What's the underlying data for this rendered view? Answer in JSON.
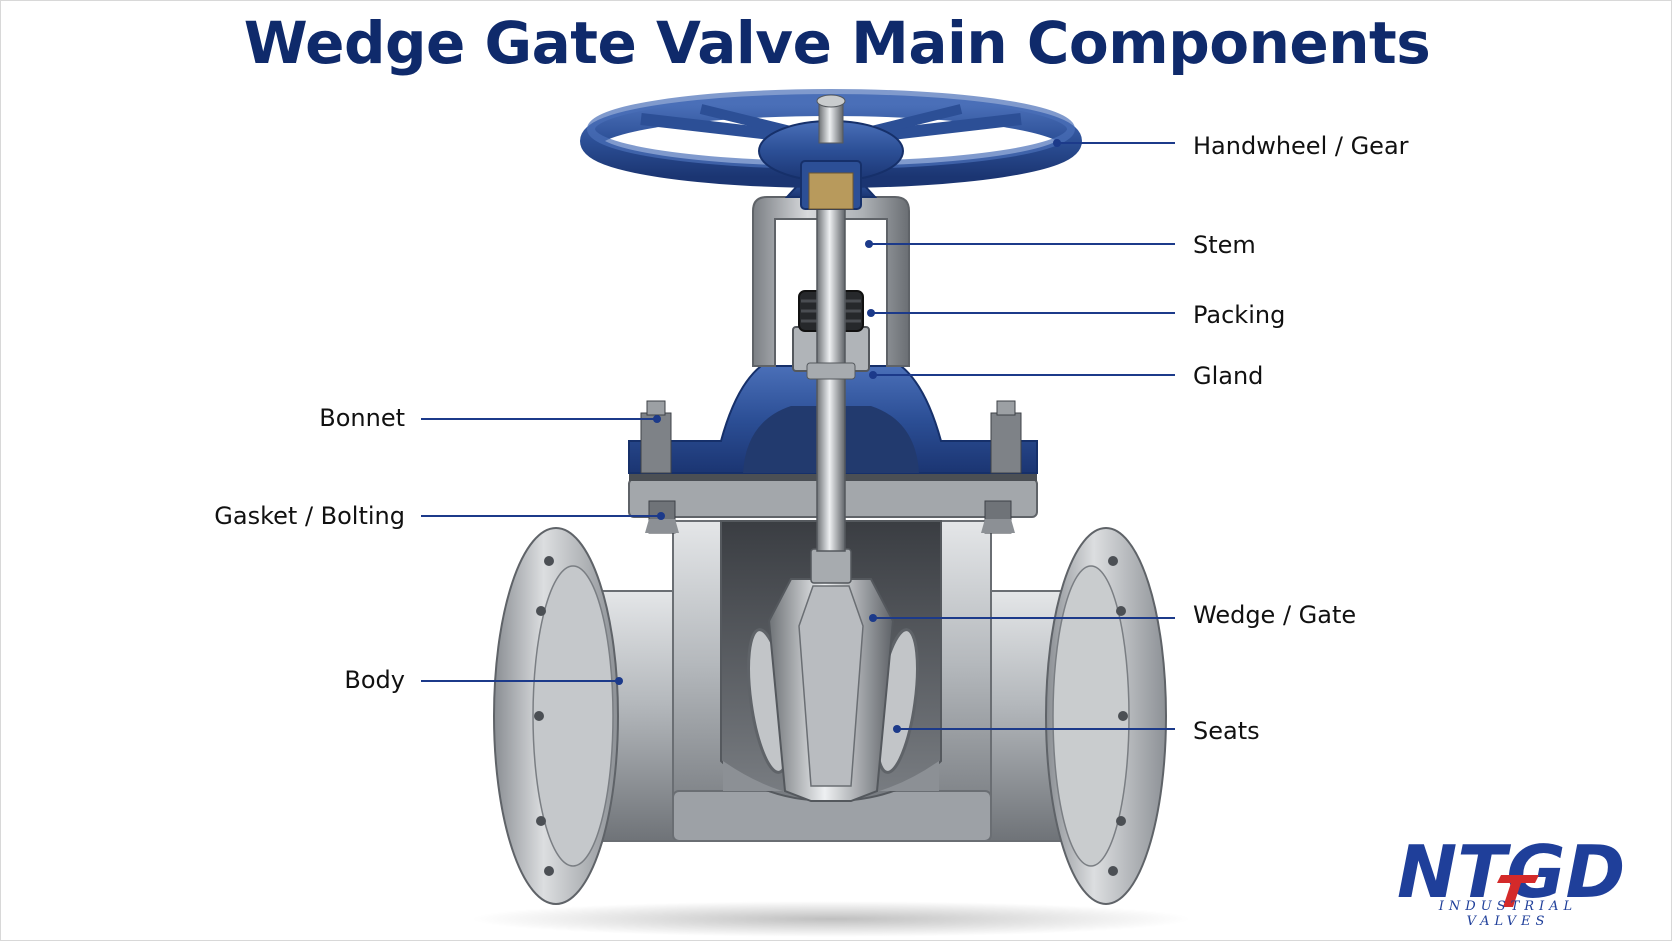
{
  "title": "Wedge Gate Valve Main Components",
  "labels": {
    "handwheel": "Handwheel / Gear",
    "stem": "Stem",
    "packing": "Packing",
    "gland": "Gland",
    "bonnet": "Bonnet",
    "gasket": "Gasket / Bolting",
    "wedge": "Wedge / Gate",
    "body": "Body",
    "seats": "Seats"
  },
  "logo": {
    "brand": "NTGD",
    "tagline": "INDUSTRIAL VALVES"
  },
  "colors": {
    "title": "#0f2a6b",
    "leader": "#1c3a8a",
    "valve_blue": "#2c4f96",
    "steel": "#a9adb2",
    "logo_blue": "#1f3f9a",
    "logo_red": "#d42a2a"
  }
}
